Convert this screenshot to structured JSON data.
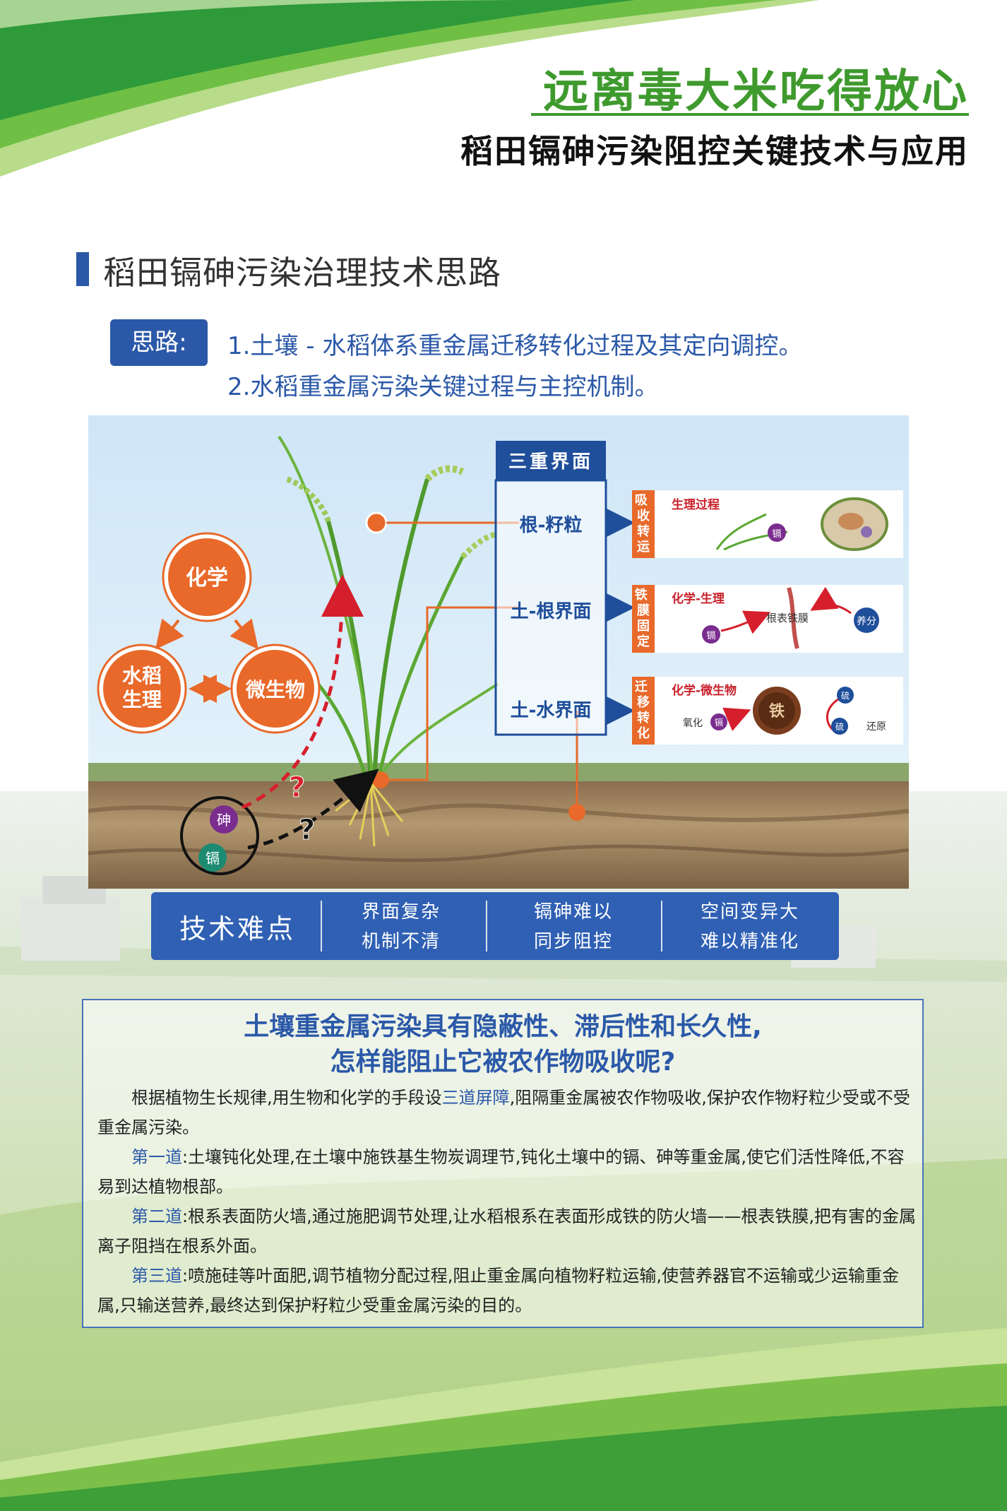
{
  "header": {
    "title": "远离毒大米吃得放心",
    "subtitle": "稻田镉砷污染阻控关键技术与应用"
  },
  "section": {
    "title": "稻田镉砷污染治理技术思路"
  },
  "ideas": {
    "badge": "思路:",
    "line1": "1.土壤 - 水稻体系重金属迁移转化过程及其定向调控。",
    "line2": "2.水稻重金属污染关键过程与主控机制。"
  },
  "diagram": {
    "cycle": {
      "chemistry": "化学",
      "rice_phys_1": "水稻",
      "rice_phys_2": "生理",
      "microbe": "微生物"
    },
    "interface_header": "三重界面",
    "interfaces": [
      "根-籽粒",
      "土-根界面",
      "土-水界面"
    ],
    "side_labels": [
      "吸收转运",
      "铁膜固定",
      "迁移转化"
    ],
    "panel1": {
      "label": "生理过程",
      "cd": "镉"
    },
    "panel2": {
      "label": "化学-生理",
      "cd": "镉",
      "root": "根表铁膜",
      "nutrient": "养分"
    },
    "panel3": {
      "label": "化学-微生物",
      "oxidize": "氧化",
      "cd": "镉",
      "iron": "铁",
      "s1": "硫",
      "s2": "硫",
      "reduce": "还原"
    },
    "soil": {
      "as": "砷",
      "cd": "镉",
      "q1": "?",
      "q2": "?"
    }
  },
  "difficulties": {
    "title": "技术难点",
    "items": [
      {
        "l1": "界面复杂",
        "l2": "机制不清"
      },
      {
        "l1": "镉砷难以",
        "l2": "同步阻控"
      },
      {
        "l1": "空间变异大",
        "l2": "难以精准化"
      }
    ]
  },
  "question": {
    "line1": "土壤重金属污染具有隐蔽性、滞后性和长久性,",
    "line2": "怎样能阻止它被农作物吸收呢?"
  },
  "paragraphs": {
    "p1_pre": "根据植物生长规律,用生物和化学的手段设",
    "p1_hl": "三道屏障",
    "p1_post": ",阻隔重金属被农作物吸收,保护农作物籽粒少受或不受重金属污染。",
    "p2_hl": "第一道",
    "p2_text": ":土壤钝化处理,在土壤中施铁基生物炭调理节,钝化土壤中的镉、砷等重金属,使它们活性降低,不容易到达植物根部。",
    "p3_hl": "第二道",
    "p3_text": ":根系表面防火墙,通过施肥调节处理,让水稻根系在表面形成铁的防火墙——根表铁膜,把有害的金属离子阻挡在根系外面。",
    "p4_hl": "第三道",
    "p4_text": ":喷施硅等叶面肥,调节植物分配过程,阻止重金属向植物籽粒运输,使营养器官不运输或少运输重金属,只输送营养,最终达到保护籽粒少受重金属污染的目的。"
  },
  "colors": {
    "brand_green": "#3f9a2e",
    "brand_blue": "#2b58a8",
    "accent_orange": "#e8692a"
  }
}
